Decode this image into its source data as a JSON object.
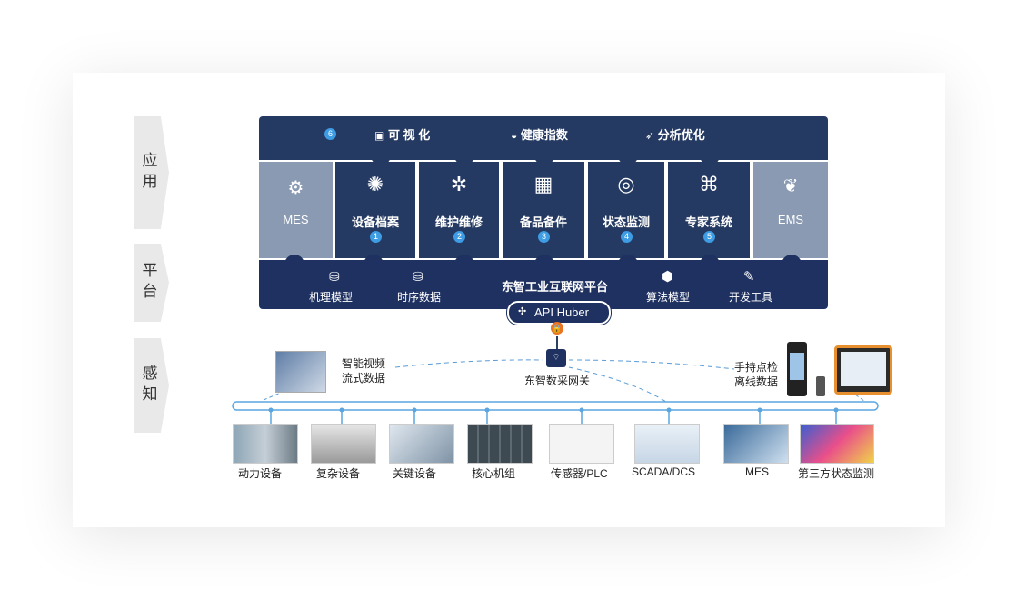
{
  "layers": {
    "application": "应用",
    "platform": "平台",
    "perception": "感知"
  },
  "top_bar": {
    "badge": "6",
    "items": [
      {
        "icon": "chart-icon",
        "label": "可 视 化"
      },
      {
        "icon": "gauge-icon",
        "label": "健康指数"
      },
      {
        "icon": "rocket-icon",
        "label": "分析优化"
      }
    ]
  },
  "side_tiles": {
    "left": "MES",
    "right": "EMS"
  },
  "modules": [
    {
      "label": "设备档案",
      "num": "1",
      "icon": "device-icon"
    },
    {
      "label": "维护维修",
      "num": "2",
      "icon": "gear-icon"
    },
    {
      "label": "备品备件",
      "num": "3",
      "icon": "boxes-icon"
    },
    {
      "label": "状态监测",
      "num": "4",
      "icon": "pulse-icon"
    },
    {
      "label": "专家系统",
      "num": "5",
      "icon": "network-icon"
    }
  ],
  "platform_bar": {
    "title": "东智工业互联网平台",
    "items": [
      "机理模型",
      "时序数据",
      "算法模型",
      "开发工具"
    ]
  },
  "api": "API Huber",
  "gateway": "东智数采网关",
  "video": {
    "line1": "智能视频",
    "line2": "流式数据"
  },
  "handheld": {
    "line1": "手持点检",
    "line2": "离线数据"
  },
  "devices": [
    "动力设备",
    "复杂设备",
    "关键设备",
    "核心机组",
    "传感器/PLC",
    "SCADA/DCS",
    "MES",
    "第三方状态监测"
  ],
  "colors": {
    "navy": "#253a62",
    "gray_tile": "#8a9ab3",
    "accent": "#3d9ce3",
    "lock": "#e87424"
  }
}
